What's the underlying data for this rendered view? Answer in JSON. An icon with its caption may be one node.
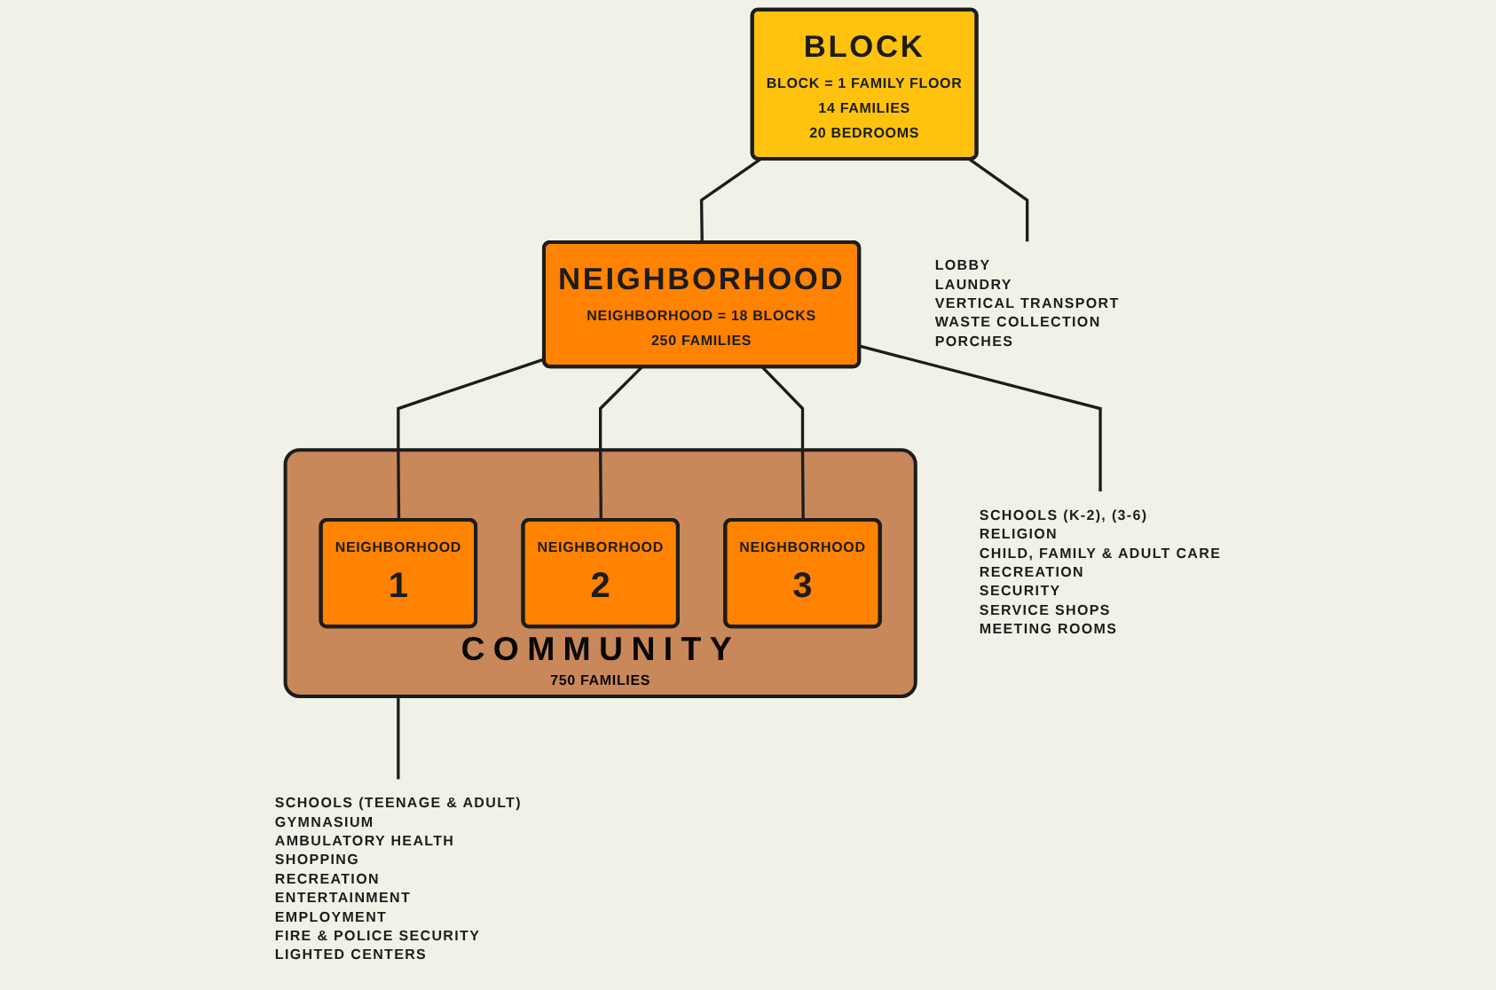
{
  "diagram": {
    "nodes": [
      {
        "text": [
          "BLOCK",
          "BLOCK = 1 FAMILY FLOOR",
          "14 FAMILIES",
          "20 BEDROOMS"
        ]
      },
      {
        "text": [
          "LOBBY",
          "LAUNDRY",
          "VERTICAL TRANSPORT",
          "WASTE COLLECTION",
          "PORCHES"
        ]
      },
      {
        "text": [
          "NEIGHBORHOOD",
          "NEIGHBORHOOD = 18 BLOCKS",
          "250 FAMILIES"
        ]
      },
      {
        "text": [
          "SCHOOLS (K-2), (3-6)",
          "RELIGION",
          "CHILD, FAMILY & ADULT CARE",
          "RECREATION",
          "SECURITY",
          "SERVICE SHOPS",
          "MEETING ROOMS"
        ]
      },
      {
        "text": [
          "COMMUNITY",
          "750 FAMILIES"
        ]
      },
      {
        "text": [
          "NEIGHBORHOOD",
          "1"
        ],
        "in": 4
      },
      {
        "text": [
          "NEIGHBORHOOD",
          "2"
        ],
        "in": 4
      },
      {
        "text": [
          "NEIGHBORHOOD",
          "3"
        ],
        "in": 4
      },
      {
        "text": [
          "SCHOOLS (TEENAGE & ADULT)",
          "GYMNASIUM",
          "AMBULATORY HEALTH",
          "SHOPPING",
          "RECREATION",
          "ENTERTAINMENT",
          "EMPLOYMENT",
          "FIRE & POLICE SECURITY",
          "LIGHTED CENTERS"
        ]
      }
    ],
    "edges": [
      {
        "from": 0,
        "to": 2,
        "arrow": "none"
      },
      {
        "from": 0,
        "to": 1,
        "arrow": "none"
      },
      {
        "from": 2,
        "to": 5,
        "arrow": "none"
      },
      {
        "from": 2,
        "to": 6,
        "arrow": "none"
      },
      {
        "from": 2,
        "to": 7,
        "arrow": "none"
      },
      {
        "from": 2,
        "to": 3,
        "arrow": "none"
      },
      {
        "from": 4,
        "to": 8,
        "arrow": "none"
      }
    ]
  }
}
